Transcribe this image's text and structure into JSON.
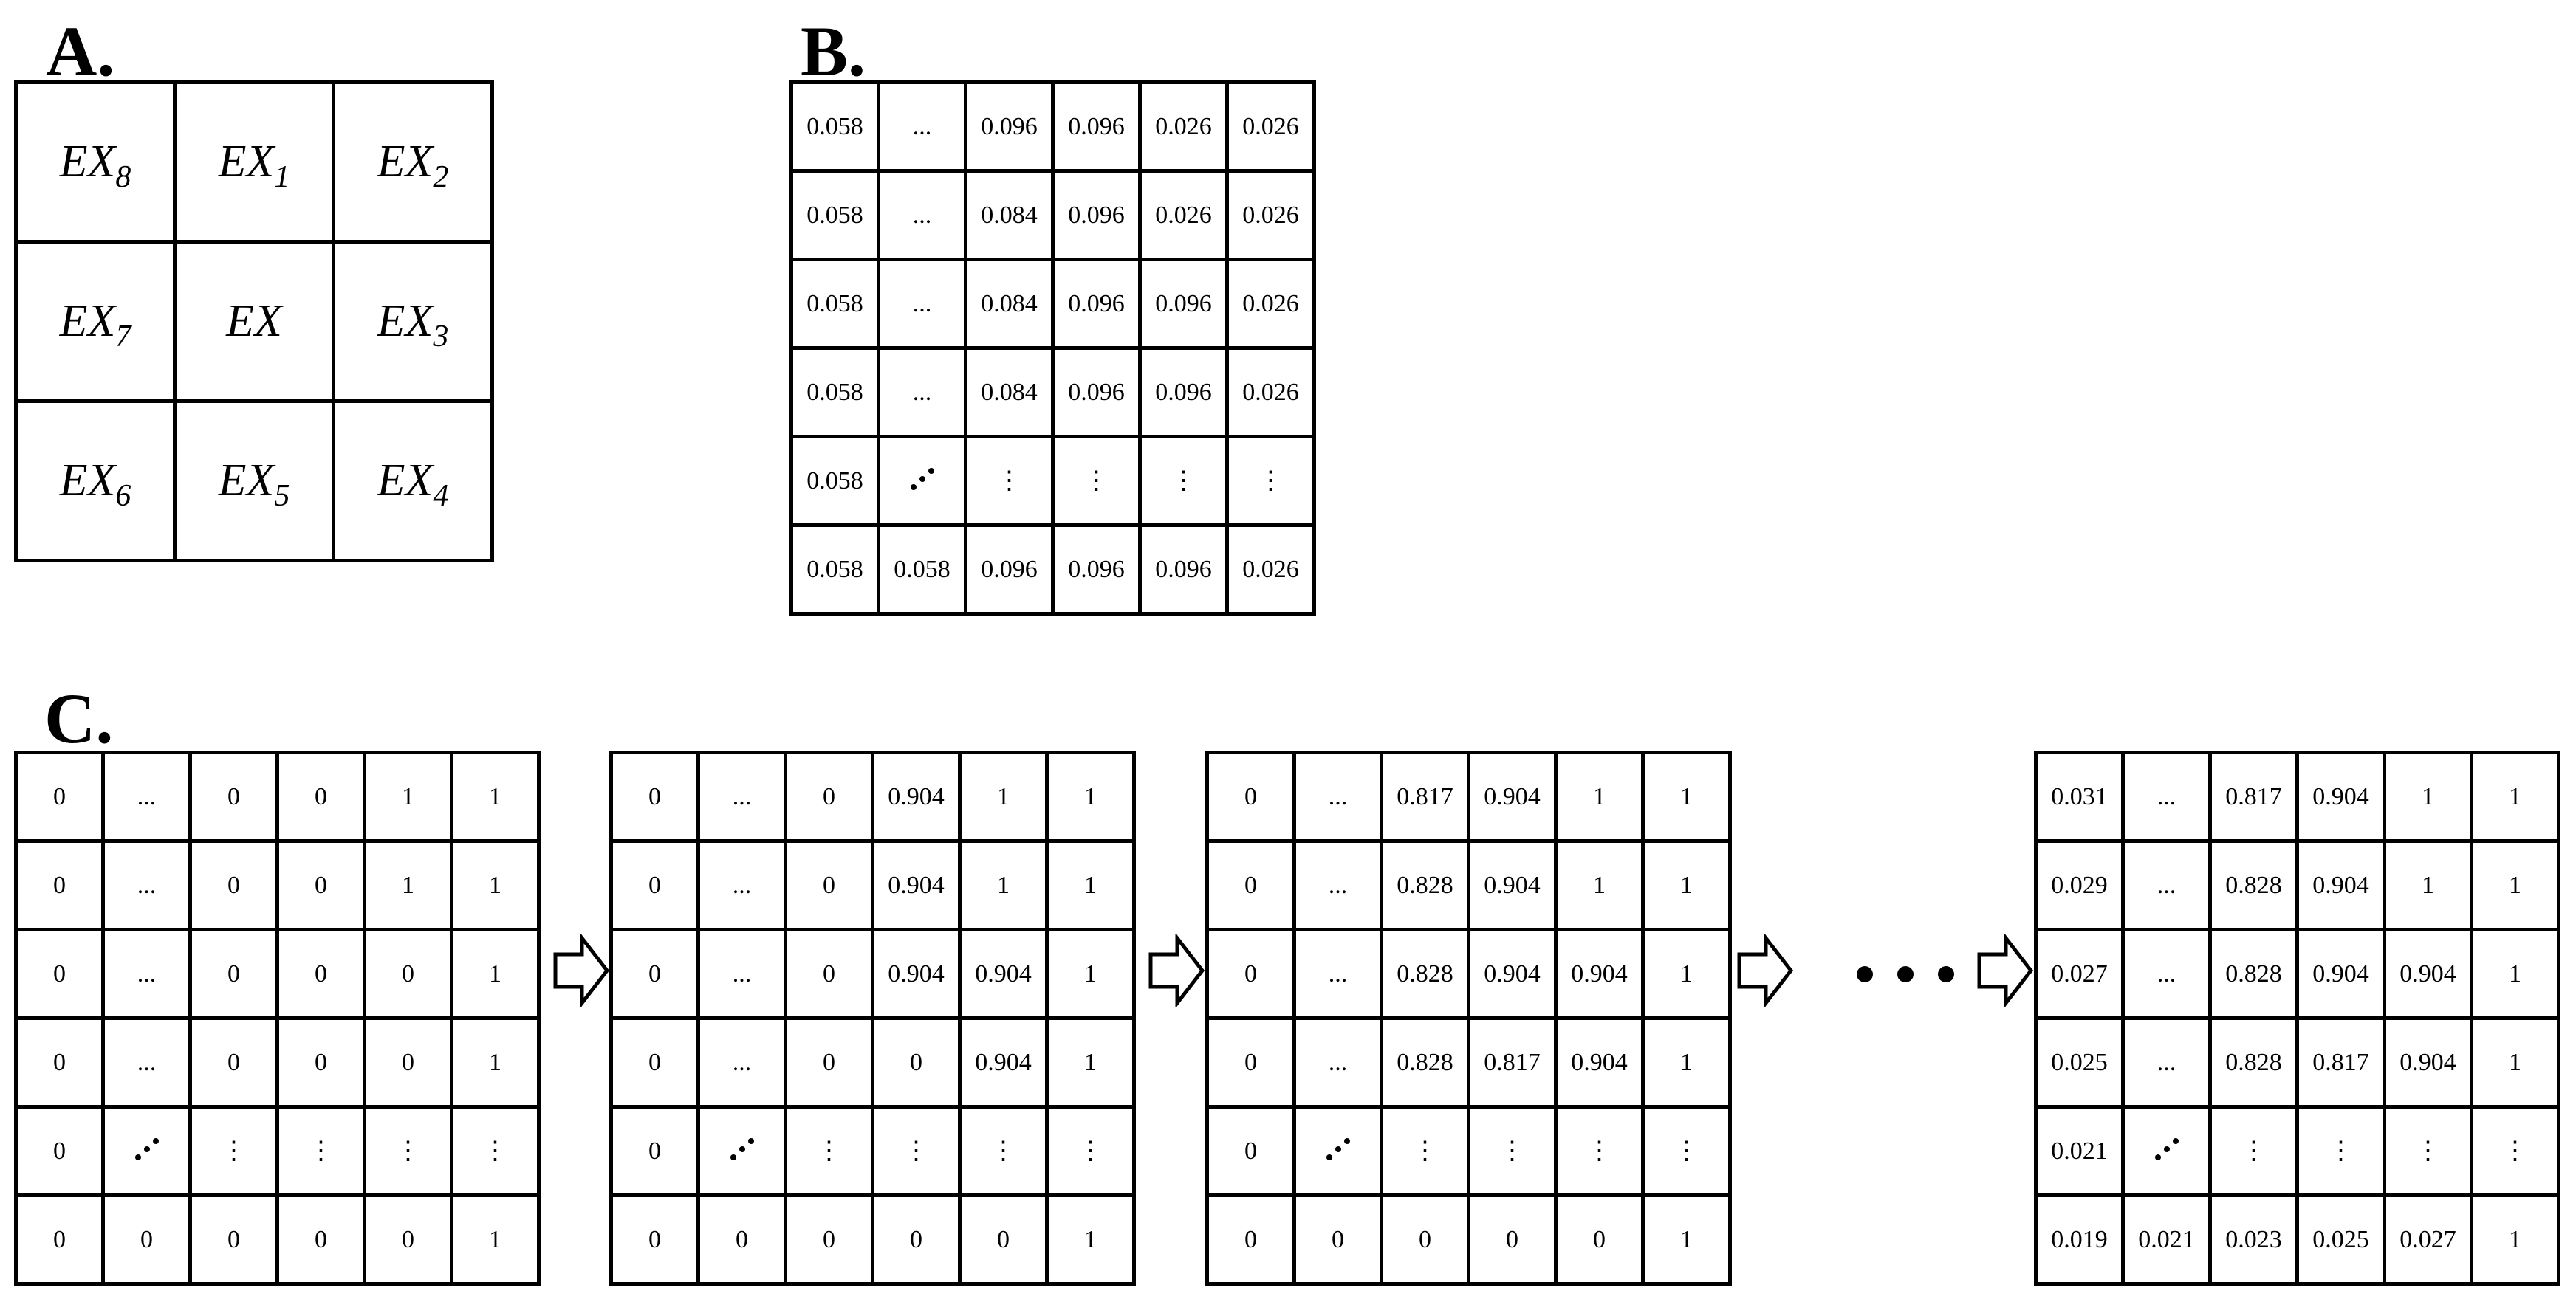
{
  "labels": {
    "a": "A.",
    "b": "B.",
    "c": "C."
  },
  "grid_a": [
    [
      {
        "base": "EX",
        "sub": "8"
      },
      {
        "base": "EX",
        "sub": "1"
      },
      {
        "base": "EX",
        "sub": "2"
      }
    ],
    [
      {
        "base": "EX",
        "sub": "7"
      },
      {
        "base": "EX",
        "sub": ""
      },
      {
        "base": "EX",
        "sub": "3"
      }
    ],
    [
      {
        "base": "EX",
        "sub": "6"
      },
      {
        "base": "EX",
        "sub": "5"
      },
      {
        "base": "EX",
        "sub": "4"
      }
    ]
  ],
  "grid_b": [
    [
      "0.058",
      "...",
      "0.096",
      "0.096",
      "0.026",
      "0.026"
    ],
    [
      "0.058",
      "...",
      "0.084",
      "0.096",
      "0.026",
      "0.026"
    ],
    [
      "0.058",
      "...",
      "0.084",
      "0.096",
      "0.096",
      "0.026"
    ],
    [
      "0.058",
      "...",
      "0.084",
      "0.096",
      "0.096",
      "0.026"
    ],
    [
      "0.058",
      "DIAG",
      "VDOTS",
      "VDOTS",
      "VDOTS",
      "VDOTS"
    ],
    [
      "0.058",
      "0.058",
      "0.096",
      "0.096",
      "0.096",
      "0.026"
    ]
  ],
  "grids_c": [
    [
      [
        "0",
        "...",
        "0",
        "0",
        "1",
        "1"
      ],
      [
        "0",
        "...",
        "0",
        "0",
        "1",
        "1"
      ],
      [
        "0",
        "...",
        "0",
        "0",
        "0",
        "1"
      ],
      [
        "0",
        "...",
        "0",
        "0",
        "0",
        "1"
      ],
      [
        "0",
        "DIAG",
        "VDOTS",
        "VDOTS",
        "VDOTS",
        "VDOTS"
      ],
      [
        "0",
        "0",
        "0",
        "0",
        "0",
        "1"
      ]
    ],
    [
      [
        "0",
        "...",
        "0",
        "0.904",
        "1",
        "1"
      ],
      [
        "0",
        "...",
        "0",
        "0.904",
        "1",
        "1"
      ],
      [
        "0",
        "...",
        "0",
        "0.904",
        "0.904",
        "1"
      ],
      [
        "0",
        "...",
        "0",
        "0",
        "0.904",
        "1"
      ],
      [
        "0",
        "DIAG",
        "VDOTS",
        "VDOTS",
        "VDOTS",
        "VDOTS"
      ],
      [
        "0",
        "0",
        "0",
        "0",
        "0",
        "1"
      ]
    ],
    [
      [
        "0",
        "...",
        "0.817",
        "0.904",
        "1",
        "1"
      ],
      [
        "0",
        "...",
        "0.828",
        "0.904",
        "1",
        "1"
      ],
      [
        "0",
        "...",
        "0.828",
        "0.904",
        "0.904",
        "1"
      ],
      [
        "0",
        "...",
        "0.828",
        "0.817",
        "0.904",
        "1"
      ],
      [
        "0",
        "DIAG",
        "VDOTS",
        "VDOTS",
        "VDOTS",
        "VDOTS"
      ],
      [
        "0",
        "0",
        "0",
        "0",
        "0",
        "1"
      ]
    ],
    [
      [
        "0.031",
        "...",
        "0.817",
        "0.904",
        "1",
        "1"
      ],
      [
        "0.029",
        "...",
        "0.828",
        "0.904",
        "1",
        "1"
      ],
      [
        "0.027",
        "...",
        "0.828",
        "0.904",
        "0.904",
        "1"
      ],
      [
        "0.025",
        "...",
        "0.828",
        "0.817",
        "0.904",
        "1"
      ],
      [
        "0.021",
        "DIAG",
        "VDOTS",
        "VDOTS",
        "VDOTS",
        "VDOTS"
      ],
      [
        "0.019",
        "0.021",
        "0.023",
        "0.025",
        "0.027",
        "1"
      ]
    ]
  ]
}
